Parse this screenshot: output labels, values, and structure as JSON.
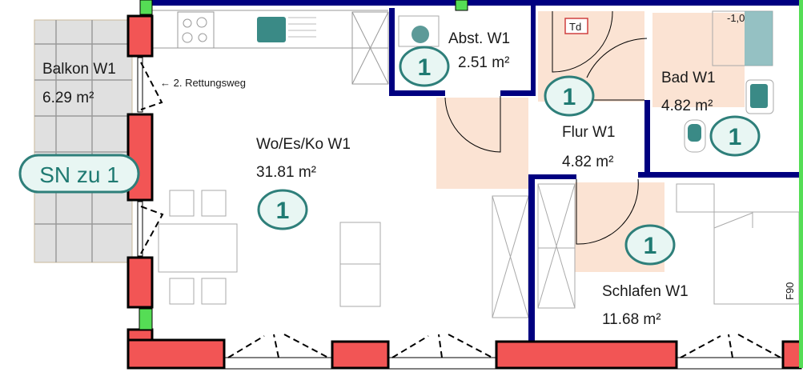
{
  "plan": {
    "colors": {
      "wall_exterior": "#f25555",
      "wall_interior": "#000080",
      "green": "#55dd55",
      "floor_peach": "#fbe3d3",
      "badge_stroke": "#2e7f7a",
      "badge_fill": "#e8f6f3",
      "balcony": "#e0e0e0"
    },
    "rooms": [
      {
        "name": "Balkon W1",
        "area": "6.29 m²"
      },
      {
        "name": "Wo/Es/Ko W1",
        "area": "31.81 m²"
      },
      {
        "name": "Abst. W1",
        "area": "2.51 m²"
      },
      {
        "name": "Flur W1",
        "area": "4.82 m²"
      },
      {
        "name": "Bad W1",
        "area": "4.82 m²"
      },
      {
        "name": "Schlafen W1",
        "area": "11.68 m²"
      }
    ],
    "badge_label": "1",
    "sn_label": "SN zu 1",
    "escape_route": "← 2. Rettungsweg",
    "dryer_label": "Td",
    "fire_rating": "F90",
    "shower_level": "-1,0"
  }
}
